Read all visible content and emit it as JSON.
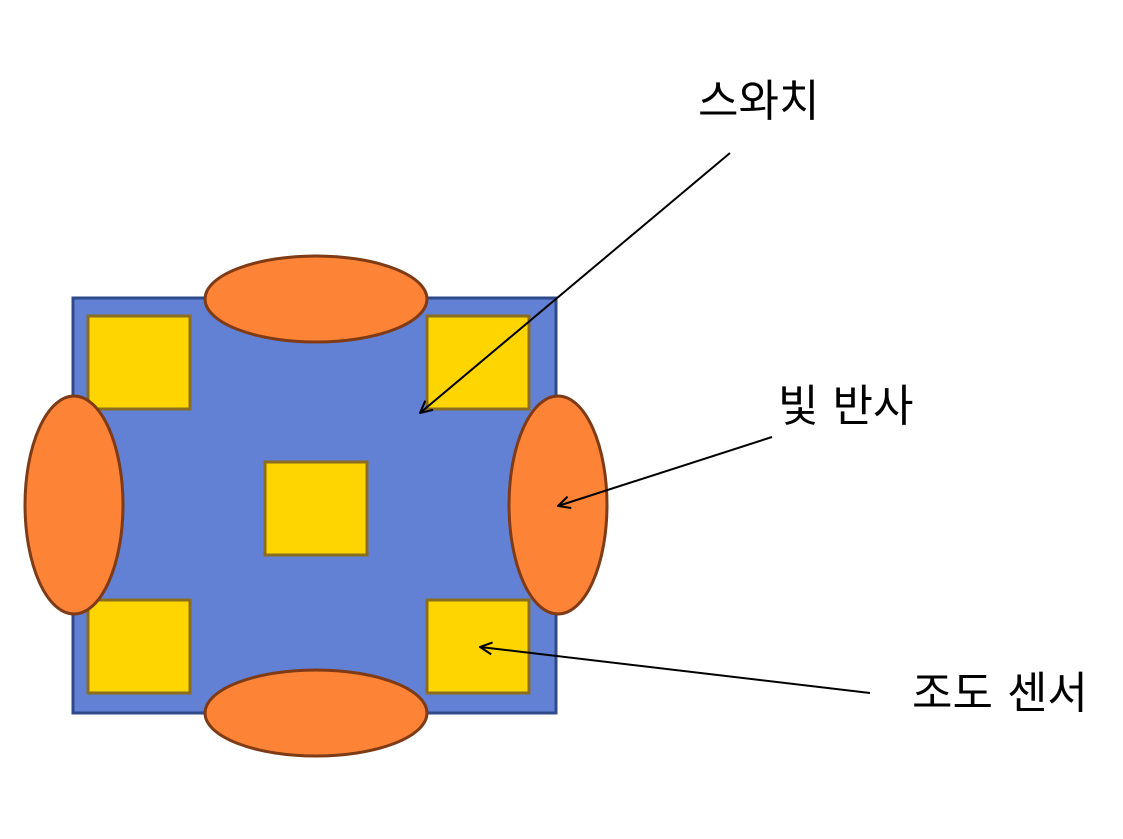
{
  "labels": {
    "switch": "스와치",
    "light_reflection": "빛 반사",
    "illuminance_sensor": "조도 센서"
  },
  "colors": {
    "board_fill": "#6281d5",
    "board_stroke": "#2f4a8a",
    "square_fill": "#ffd500",
    "square_stroke": "#8a6d1e",
    "ellipse_fill": "#fd8437",
    "ellipse_stroke": "#7f3a16",
    "line": "#000000"
  }
}
